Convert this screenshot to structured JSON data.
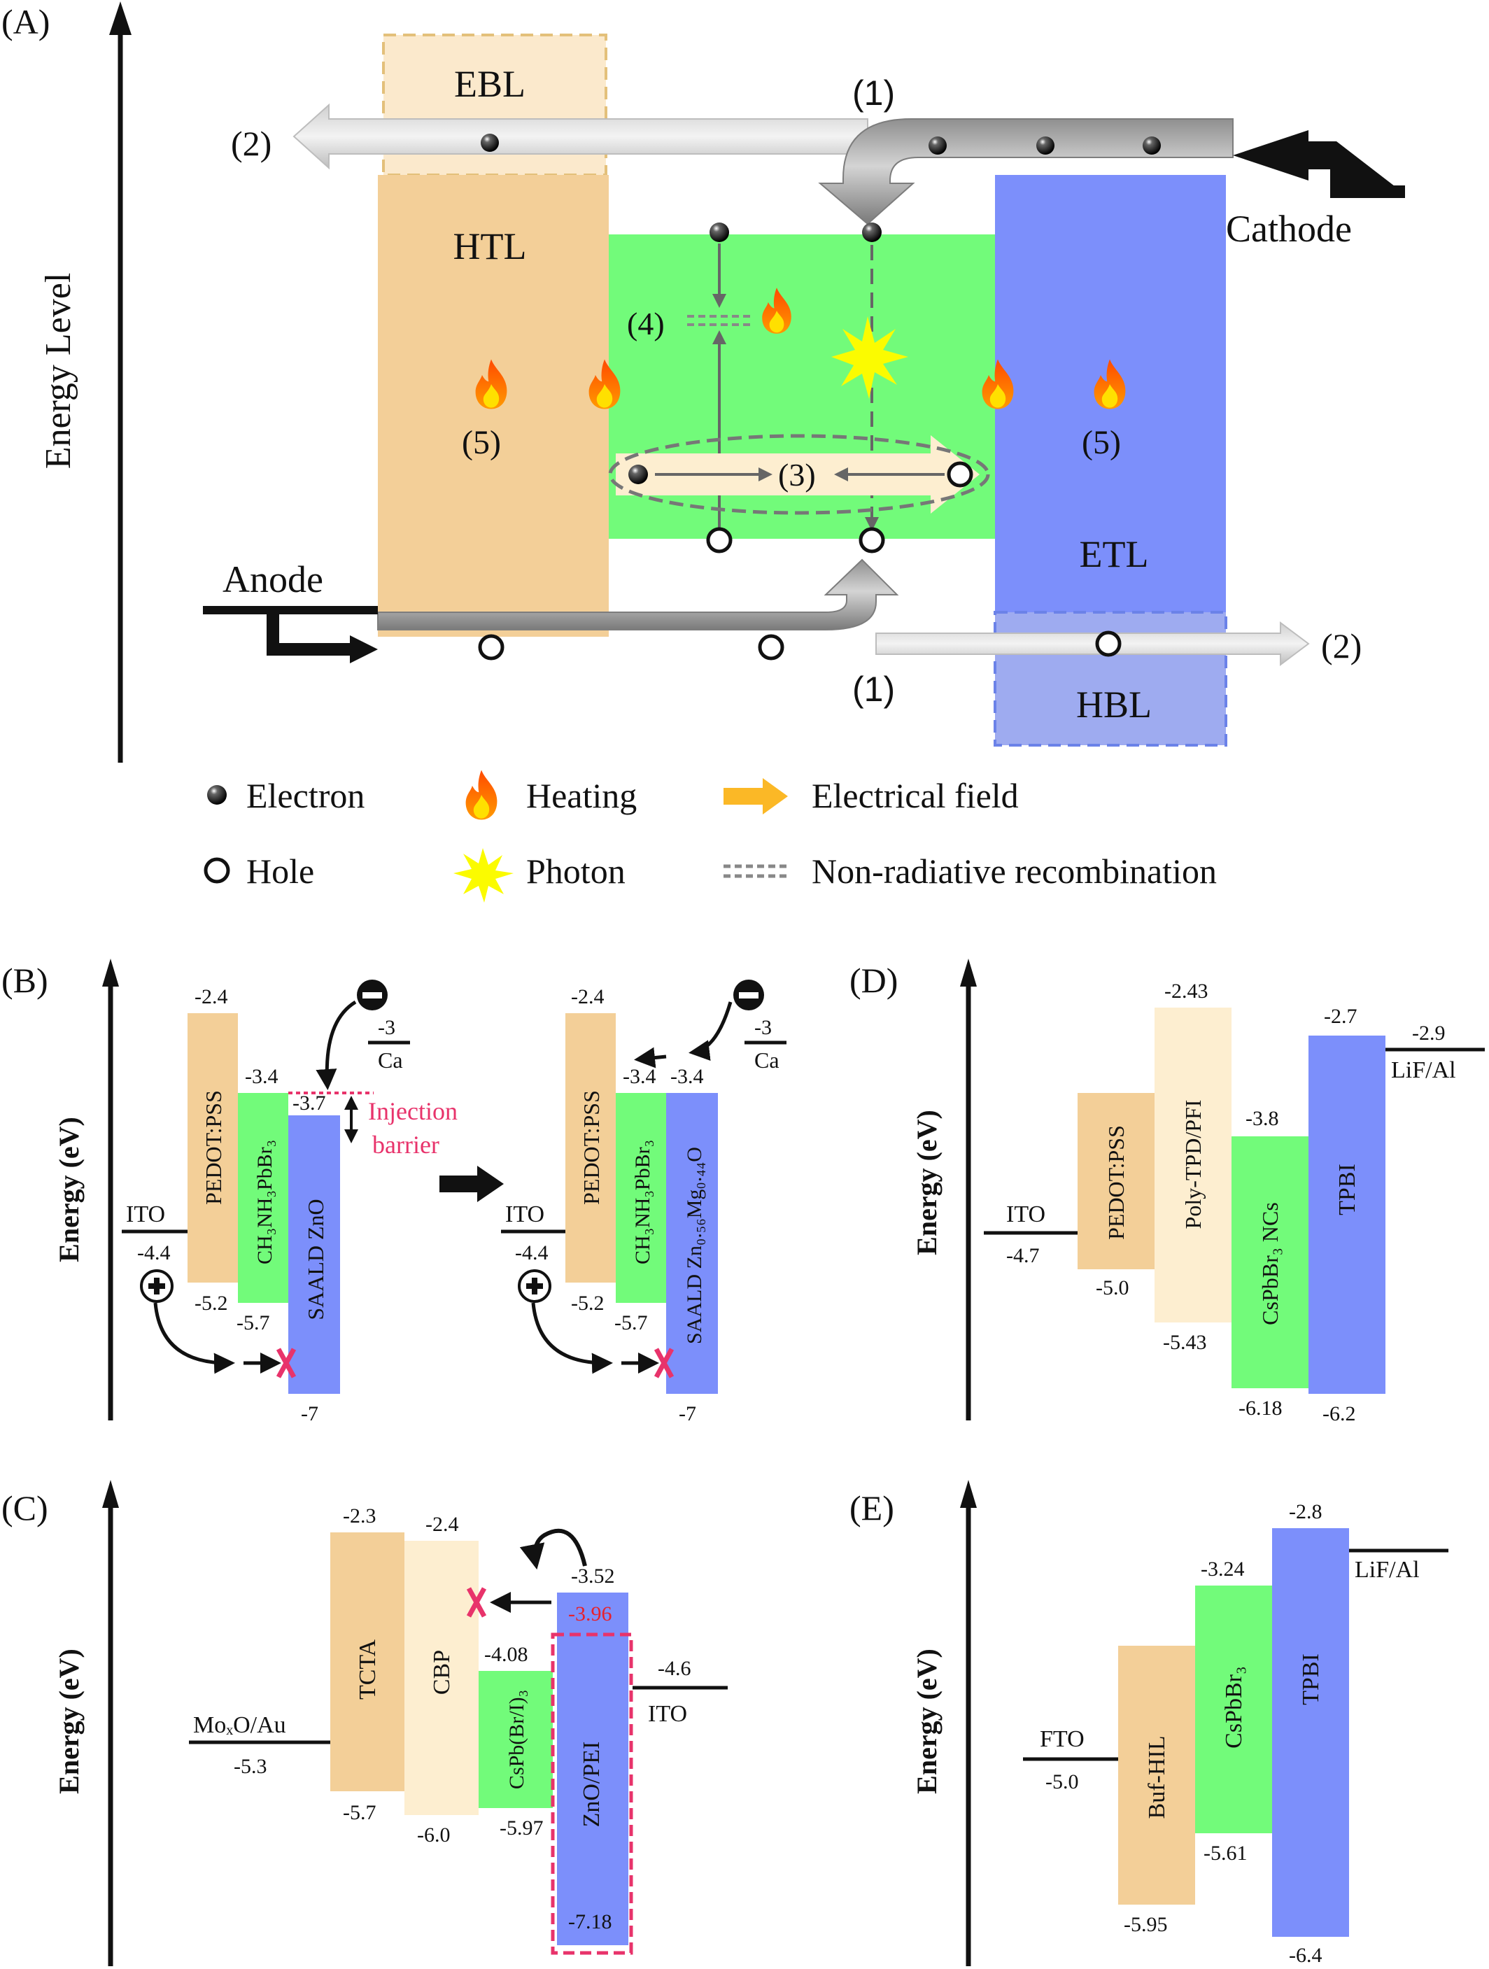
{
  "colors": {
    "htl": "#f3cf98",
    "ebl": "#fbe9cc",
    "emissive": "#72fb7a",
    "etl": "#7c8ffb",
    "hbl": "#9eabf0",
    "pipe": "#a3a3a3",
    "light_pipe": "#d8d8d8",
    "pale": "#fdeed0",
    "barrier": "#e8336b",
    "red_value": "#e8202a",
    "arrow_field": "#fbb826",
    "photon": "#fbfb00"
  },
  "icons": [
    "electron-icon",
    "hole-icon",
    "flame-icon",
    "photon-icon",
    "cross-icon",
    "minus-icon",
    "plus-icon"
  ],
  "panel_a": {
    "label": "(A)",
    "y_axis": "Energy Level",
    "layers": {
      "ebl": "EBL",
      "htl": "HTL",
      "etl": "ETL",
      "hbl": "HBL"
    },
    "electrodes": {
      "cathode": "Cathode",
      "anode": "Anode"
    },
    "process_labels": {
      "injection_top": "(1)",
      "leak_top": "(2)",
      "field_quench": "(3)",
      "nonrad": "(4)",
      "heat_left": "(5)",
      "heat_right": "(5)",
      "injection_bottom": "(1)",
      "leak_bottom": "(2)"
    },
    "legend": {
      "electron": "Electron",
      "hole": "Hole",
      "heating": "Heating",
      "photon": "Photon",
      "field": "Electrical field",
      "nonrad": "Non-radiative recombination"
    }
  },
  "panel_b": {
    "label": "(B)",
    "y_axis": "Energy (eV)",
    "left": {
      "ito": "ITO",
      "ito_val": "-4.4",
      "pedot": "PEDOT:PSS",
      "pedot_top": "-2.4",
      "pedot_bot": "-5.2",
      "perov": "CH₃NH₃PbBr₃",
      "perov_top": "-3.4",
      "perov_bot": "-5.7",
      "etl": "SAALD ZnO",
      "etl_top": "-3.7",
      "etl_bot": "-7",
      "cathode": "Ca",
      "cathode_val": "-3"
    },
    "barrier": "Injection\nbarrier",
    "right": {
      "ito": "ITO",
      "ito_val": "-4.4",
      "pedot": "PEDOT:PSS",
      "pedot_top": "-2.4",
      "pedot_bot": "-5.2",
      "perov": "CH₃NH₃PbBr₃",
      "perov_top": "-3.4",
      "perov_bot": "-5.7",
      "etl": "SAALD Zn₀.₅₆Mg₀.₄₄O",
      "etl_top": "-3.4",
      "etl_bot": "-7",
      "cathode": "Ca",
      "cathode_val": "-3"
    }
  },
  "panel_c": {
    "label": "(C)",
    "y_axis": "Energy (eV)",
    "anode": "MoₓO/Au",
    "anode_val": "-5.3",
    "tcta": "TCTA",
    "tcta_top": "-2.3",
    "tcta_bot": "-5.7",
    "cbp": "CBP",
    "cbp_top": "-2.4",
    "cbp_bot": "-6.0",
    "perov": "CsPb(Br/I)₃",
    "perov_top": "-4.08",
    "perov_bot": "-5.97",
    "etl": "ZnO/PEI",
    "etl_top": "-3.52",
    "etl_top2": "-3.96",
    "etl_bot": "-7.18",
    "cathode": "ITO",
    "cathode_val": "-4.6"
  },
  "panel_d": {
    "label": "(D)",
    "y_axis": "Energy (eV)",
    "anode": "ITO",
    "anode_val": "-4.7",
    "pedot": "PEDOT:PSS",
    "pedot_bot": "-5.0",
    "htl": "Poly-TPD/PFI",
    "htl_top": "-2.43",
    "htl_bot": "-5.43",
    "perov": "CsPbBr₃ NCs",
    "perov_top": "-3.8",
    "perov_bot": "-6.18",
    "etl": "TPBI",
    "etl_top": "-2.7",
    "etl_bot": "-6.2",
    "cathode": "LiF/Al",
    "cathode_val": "-2.9"
  },
  "panel_e": {
    "label": "(E)",
    "y_axis": "Energy (eV)",
    "anode": "FTO",
    "anode_val": "-5.0",
    "hil": "Buf-HIL",
    "hil_bot": "-5.95",
    "perov": "CsPbBr₃",
    "perov_top": "-3.24",
    "perov_bot": "-5.61",
    "etl": "TPBI",
    "etl_top": "-2.8",
    "etl_bot": "-6.4",
    "cathode": "LiF/Al"
  }
}
